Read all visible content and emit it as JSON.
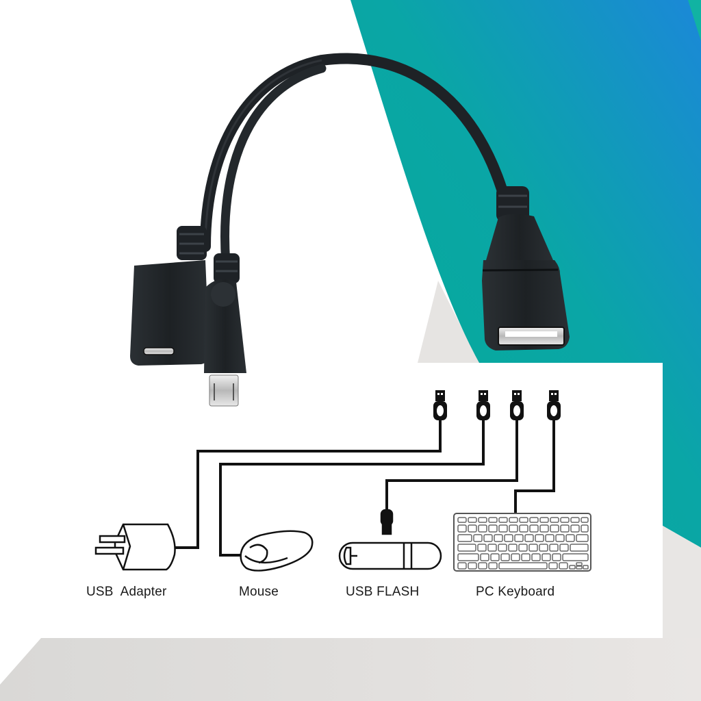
{
  "colors": {
    "teal": "#0aa89a",
    "blue": "#1a8fd6",
    "light_gray": "#e6e4e2",
    "panel_white": "#ffffff",
    "cable_black": "#1e2226",
    "diagram_line": "#111111"
  },
  "product": {
    "name": "Micro USB OTG Y-splitter cable",
    "connectors": [
      {
        "type": "micro-usb-female",
        "position": "left"
      },
      {
        "type": "micro-usb-male",
        "position": "middle"
      },
      {
        "type": "usb-a-female",
        "position": "right"
      }
    ]
  },
  "diagram": {
    "usb_plug_count": 4,
    "devices": [
      {
        "id": "usb-adapter",
        "label": "USB  Adapter",
        "icon": "power-adapter-icon"
      },
      {
        "id": "mouse",
        "label": "Mouse",
        "icon": "mouse-icon"
      },
      {
        "id": "usb-flash",
        "label": "USB FLASH",
        "icon": "usb-flash-drive-icon"
      },
      {
        "id": "pc-keyboard",
        "label": "PC Keyboard",
        "icon": "keyboard-icon"
      }
    ]
  }
}
